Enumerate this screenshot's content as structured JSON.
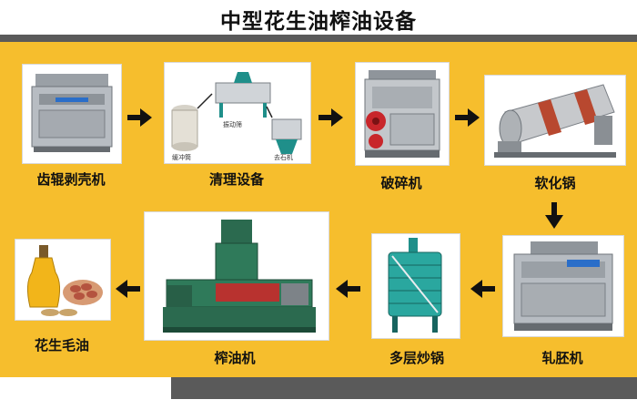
{
  "title": "中型花生油榨油设备",
  "colors": {
    "panel": "#f6be2d",
    "bars": "#5a5a5a",
    "arrow": "#111111"
  },
  "steps": [
    {
      "label": "齿辊剥壳机",
      "icon": "peanut-sheller-machine"
    },
    {
      "label": "清理设备",
      "icon": "cleaning-equipment",
      "sub_labels": [
        "振动筛",
        "缓冲筒",
        "去石机"
      ]
    },
    {
      "label": "破碎机",
      "icon": "crusher-machine"
    },
    {
      "label": "软化锅",
      "icon": "softening-drum"
    },
    {
      "label": "轧胚机",
      "icon": "flaking-machine"
    },
    {
      "label": "多层炒锅",
      "icon": "multi-layer-cooker"
    },
    {
      "label": "榨油机",
      "icon": "oil-press-machine"
    },
    {
      "label": "花生毛油",
      "icon": "peanut-oil-bottle"
    }
  ]
}
